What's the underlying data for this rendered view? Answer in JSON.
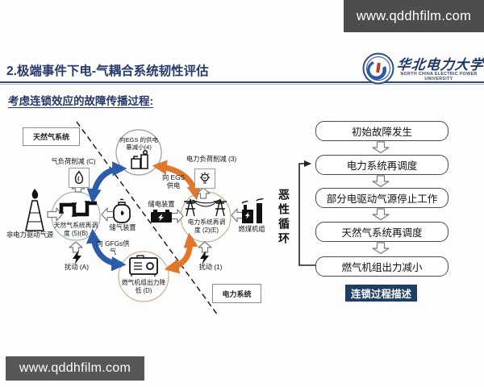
{
  "watermark_top": "www.qddhfilm.com",
  "watermark_bottom": "www.qddhfilm.com",
  "header": {
    "title": "2.极端事件下电-气耦合系统韧性评估",
    "logo_cn": "华北电力大学",
    "logo_en1": "NORTH CHINA ELECTRIC POWER",
    "logo_en2": "UNIVERSITY"
  },
  "subtitle": "考虑连锁效应的故障传播过程:",
  "diagram": {
    "gas_region": "天然气系统",
    "power_region": "电力系统",
    "node_top_1": "向EGS 的供电",
    "node_top_2": "量减小(4)",
    "node_left_1": "天然气系统再调",
    "node_left_2": "度 (5)(B)",
    "node_right_1": "电力系统再调",
    "node_right_2": "度 (2)(E)",
    "node_bottom_1": "燃气机组出力降",
    "node_bottom_2": "低 (D)",
    "label_gas_shed": "气负荷削减 (C)",
    "label_power_shed": "电力负荷削减 (3)",
    "label_nonpower_source": "非电力驱动气源",
    "label_gas_storage": "储气装置",
    "label_power_storage": "储电装置",
    "label_coal_unit": "燃煤机组",
    "label_disturb_a": "扰动 (A)",
    "label_disturb_1": "扰动 (1)",
    "label_to_egs_1": "向 EGS",
    "label_to_egs_2": "供电",
    "label_to_gfgs_1": "向 GFGs供",
    "label_to_gfgs_2": "气",
    "colors": {
      "gas_arrow": "#2b5ca9",
      "power_arrow": "#e0772b",
      "accent_navy": "#26396b"
    }
  },
  "flowchart": {
    "cycle_label": "恶性循环",
    "steps": [
      "初始故障发生",
      "电力系统再调度",
      "部分电驱动气源停止工作",
      "天然气系统再调度",
      "燃气机组出力减小"
    ],
    "caption": "连锁过程描述"
  }
}
